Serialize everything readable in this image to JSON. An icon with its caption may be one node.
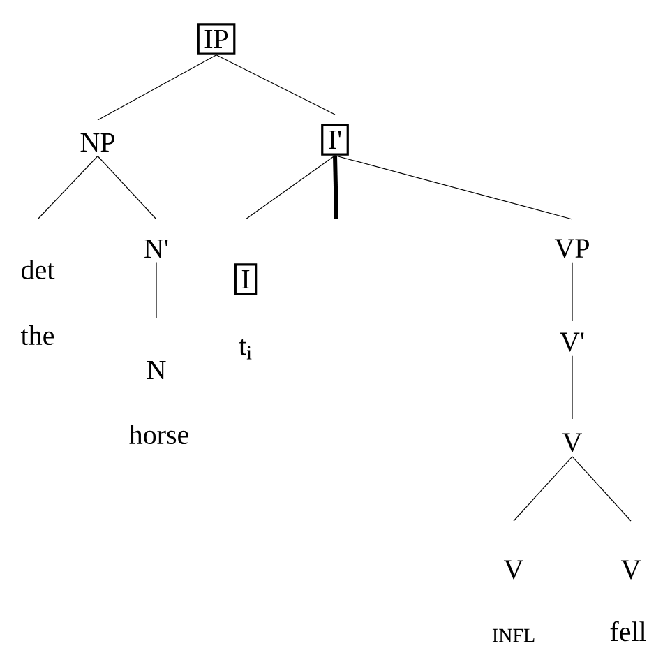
{
  "diagram": {
    "nodes": [
      {
        "text": [
          "IP"
        ]
      },
      {
        "text": [
          "NP"
        ]
      },
      {
        "text": [
          "I'"
        ]
      },
      {
        "text": [
          "det"
        ],
        "beside": [
          "the"
        ]
      },
      {
        "text": [
          "N'"
        ]
      },
      {
        "text": [
          "I"
        ],
        "beside": [
          "t$_{i}$"
        ]
      },
      {
        "text": [
          "VP"
        ]
      },
      {
        "text": [
          "N"
        ],
        "beside": [
          "horse"
        ]
      },
      {
        "text": [
          "V'"
        ]
      },
      {
        "text": [
          "V"
        ]
      },
      {
        "text": [
          "V"
        ],
        "beside": [
          "INFL"
        ]
      },
      {
        "text": [
          "V"
        ],
        "beside": [
          "fell"
        ]
      }
    ],
    "edges": [
      {
        "from": 0,
        "to": 1,
        "arrow": "none"
      },
      {
        "from": 0,
        "to": 2,
        "arrow": "none"
      },
      {
        "from": 1,
        "to": 3,
        "arrow": "none"
      },
      {
        "from": 1,
        "to": 4,
        "arrow": "none"
      },
      {
        "from": 4,
        "to": 7,
        "arrow": "none"
      },
      {
        "from": 2,
        "to": 5,
        "arrow": "none"
      },
      {
        "from": 2,
        "to": null,
        "arrow": "none",
        "style": "thick"
      },
      {
        "from": 2,
        "to": 6,
        "arrow": "none"
      },
      {
        "from": 6,
        "to": 8,
        "arrow": "none"
      },
      {
        "from": 8,
        "to": 9,
        "arrow": "none"
      },
      {
        "from": 9,
        "to": 10,
        "arrow": "none"
      },
      {
        "from": 9,
        "to": 11,
        "arrow": "none"
      }
    ]
  }
}
